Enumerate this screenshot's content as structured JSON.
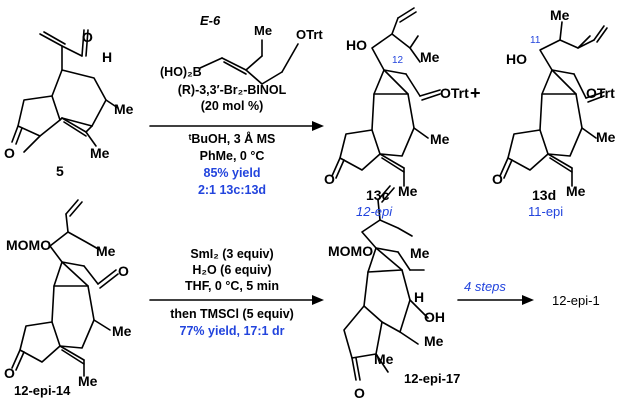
{
  "step1": {
    "reagent_name": "E-6",
    "reagent_group": "OTrt",
    "reagent_boron": "(HO)₂B",
    "reagent_me": "Me",
    "cond": [
      "(R)-3,3′-Br₂-BINOL",
      "(20 mol %)",
      "ᵗBuOH, 3 Å MS",
      "PhMe, 0 °C"
    ],
    "yield": "85% yield",
    "ratio": "2:1 13c:13d"
  },
  "cmpd5": {
    "label": "5",
    "aldehyde_o": "O",
    "aldehyde_h": "H",
    "ketone_o": "O",
    "me1": "Me",
    "me2": "Me"
  },
  "cmpd13c": {
    "label": "13c",
    "sub": "12-epi",
    "ho": "HO",
    "me": "Me",
    "otrt": "OTrt",
    "num": "12",
    "ketone_o": "O",
    "me2": "Me",
    "me3": "Me"
  },
  "plus": "+",
  "cmpd13d": {
    "label": "13d",
    "sub": "11-epi",
    "ho": "HO",
    "me": "Me",
    "otrt": "OTrt",
    "num": "11",
    "ketone_o": "O",
    "me2": "Me",
    "me3": "Me"
  },
  "step2": {
    "cond": [
      "SmI₂ (3 equiv)",
      "H₂O (6 equiv)",
      "THF, 0 °C, 5 min",
      "then TMSCl (5 equiv)"
    ],
    "yield": "77% yield, 17:1 dr"
  },
  "cmpd14": {
    "label": "12-epi-14",
    "momo": "MOMO",
    "me": "Me",
    "ald_o": "O",
    "ketone_o": "O",
    "me2": "Me",
    "me3": "Me"
  },
  "cmpd17": {
    "label": "12-epi-17",
    "momo": "MOMO",
    "me": "Me",
    "h": "H",
    "oh": "OH",
    "me2": "Me",
    "me3": "Me",
    "ketone_o": "O"
  },
  "step3": {
    "steps": "4 steps",
    "product": "12-epi-1"
  },
  "colors": {
    "blue": "#2244dd",
    "black": "#000000"
  }
}
